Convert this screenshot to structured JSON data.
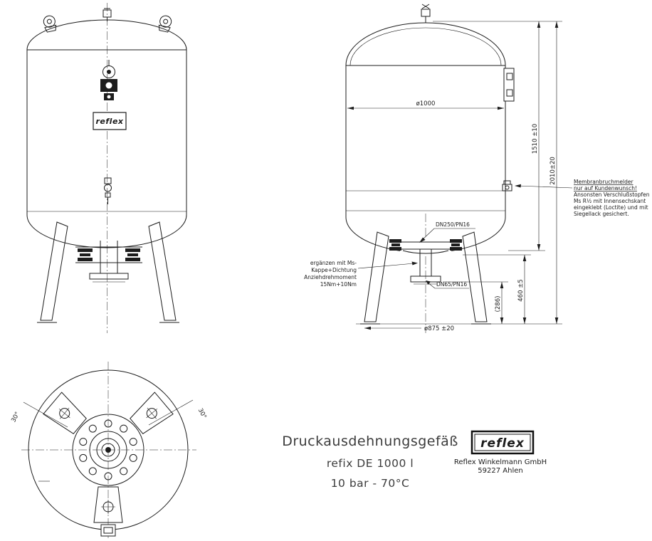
{
  "front_view": {
    "logo": "reflex"
  },
  "side_view": {
    "dia_label": "ø1000",
    "dn250_label": "DN250/PN16",
    "dn65_label": "DN65/PN16",
    "dim_height_shell": "1510 ±10",
    "dim_height_total": "2010±20",
    "dim_flange_height": "460 ±5",
    "dim_dn65_height": "(286)",
    "dim_leg_circle": "ø875 ±20"
  },
  "notes": {
    "membrane": {
      "line1": "Membranbruchmelder",
      "line2": "nur auf Kundenwunsch!",
      "line3": "Ansonsten Verschlußstopfen",
      "line4": "Ms R½ mit Innensechskant",
      "line5": "eingeklebt (Loctite) und mit",
      "line6": "Siegellack gesichert."
    },
    "cap": {
      "line1": "ergänzen mit Ms-",
      "line2": "Kappe+Dichtung",
      "line3": "Anziehdrehmoment",
      "line4": "15Nm+10Nm"
    }
  },
  "top_view": {
    "angle_left": "30°",
    "angle_right": "30°"
  },
  "title_block": {
    "title": "Druckausdehnungsgefäß",
    "model": "refix DE 1000 l",
    "spec": "10 bar - 70°C",
    "logo": "reflex",
    "company": "Reflex Winkelmann GmbH",
    "city": "59227 Ahlen"
  }
}
